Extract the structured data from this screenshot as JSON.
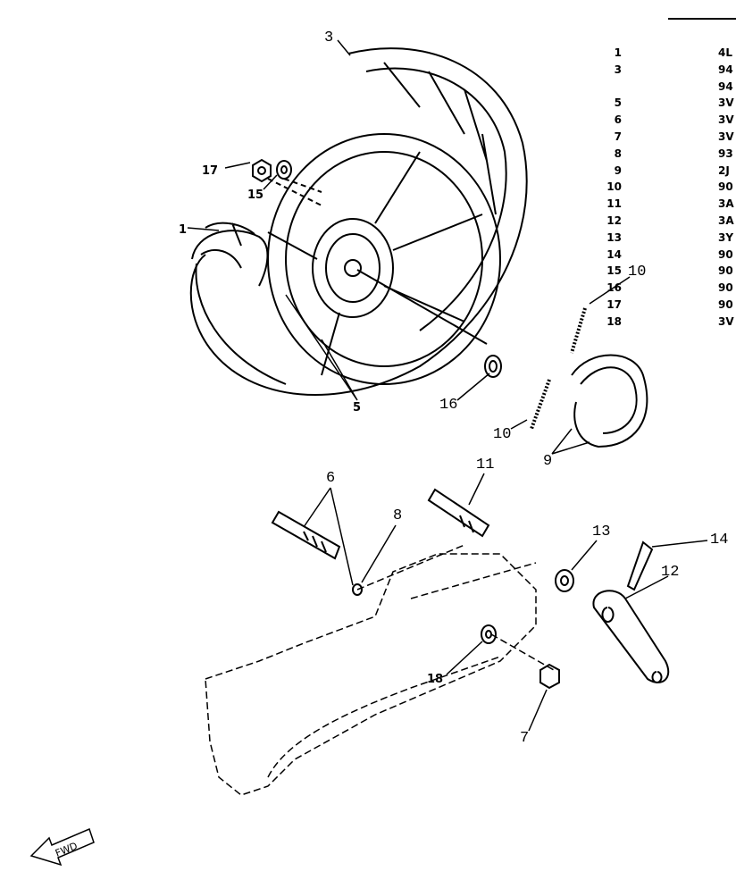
{
  "diagram": {
    "callouts": {
      "c3": "3",
      "c17": "17",
      "c15": "15",
      "c1": "1",
      "c5": "5",
      "c10a": "10",
      "c16": "16",
      "c10b": "10",
      "c9": "9",
      "c11": "11",
      "c6": "6",
      "c8": "8",
      "c13": "13",
      "c14": "14",
      "c12": "12",
      "c18": "18",
      "c7": "7"
    },
    "fwd_logo": "FWD"
  },
  "parts_list": [
    {
      "num": "1",
      "code": "4L"
    },
    {
      "num": "3",
      "code": "94"
    },
    {
      "num": "",
      "code": "94"
    },
    {
      "num": "5",
      "code": "3V"
    },
    {
      "num": "6",
      "code": "3V"
    },
    {
      "num": "7",
      "code": "3V"
    },
    {
      "num": "8",
      "code": "93"
    },
    {
      "num": "9",
      "code": "2J"
    },
    {
      "num": "10",
      "code": "90"
    },
    {
      "num": "11",
      "code": "3A"
    },
    {
      "num": "12",
      "code": "3A"
    },
    {
      "num": "13",
      "code": "3Y"
    },
    {
      "num": "14",
      "code": "90"
    },
    {
      "num": "15",
      "code": "90"
    },
    {
      "num": "16",
      "code": "90"
    },
    {
      "num": "17",
      "code": "90"
    },
    {
      "num": "18",
      "code": "3V"
    }
  ]
}
